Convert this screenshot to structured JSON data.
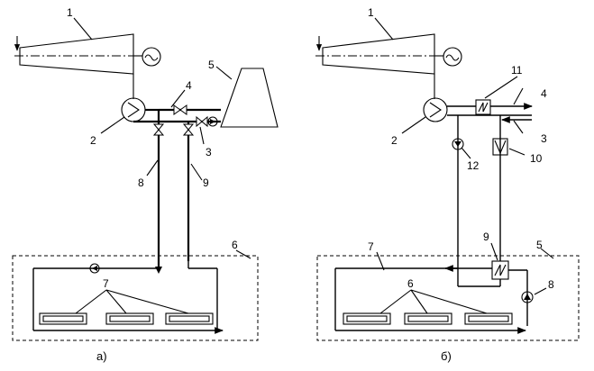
{
  "diagram_a": {
    "caption": "а)",
    "labels": [
      "1",
      "2",
      "3",
      "4",
      "5",
      "6",
      "7",
      "8",
      "9"
    ]
  },
  "diagram_b": {
    "caption": "б)",
    "labels": [
      "1",
      "2",
      "3",
      "4",
      "5",
      "6",
      "7",
      "8",
      "9",
      "10",
      "11",
      "12"
    ]
  }
}
